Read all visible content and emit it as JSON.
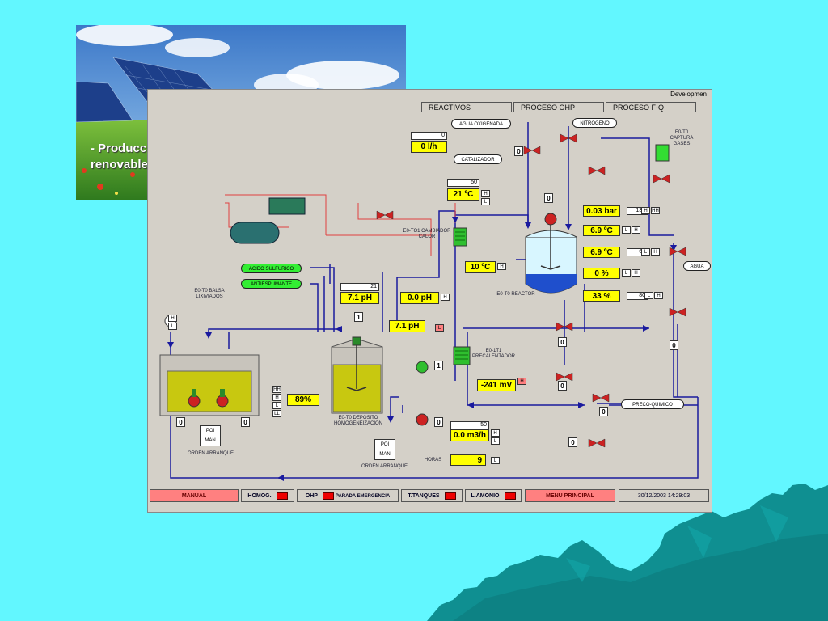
{
  "photo": {
    "caption_line1": "- Producció energetica de fonts",
    "caption_line2": "renovables (plaques fotovoltaiques)"
  },
  "scada": {
    "window_title": "Developmen",
    "tabs": [
      "REACTIVOS",
      "PROCESO OHP",
      "PROCESO F-Q"
    ],
    "pills": {
      "agua_oxigenada": "AGUA OXIGENADA",
      "catalizador": "CATALIZADOR",
      "nitrogeno": "NITROGENO",
      "acido_sulfurico": "ACIDO SULFURICO",
      "antiespumante": "ANTIESPUMANTE",
      "agua": "AGUA",
      "preco_quimico": "PRECO-QUIMICO"
    },
    "values": {
      "flow_top": "0 l/h",
      "temp_reactivos": "21 ºC",
      "temp_exchanger": "10 ºC",
      "ph_main": "7.1 pH",
      "ph_second": "0.0 pH",
      "ph_third": "7.1 pH",
      "level_balsa": "89%",
      "redox": "-241 mV",
      "flow_bottom": "0.0 m3/h",
      "hours": "9",
      "pressure": "0.03 bar",
      "temp1": "6.9 ºC",
      "temp2": "6.9 ºC",
      "pct1": "0 %",
      "pct2": "33 %"
    },
    "labels": {
      "exchanger": "E0-TO1 CAMBIADOR CALOR",
      "reactor": "E0-T0 REACTOR",
      "precalentador": "E0-1T1 PRECALENTADOR",
      "captura_gases": "E0-T0 CAPTURA GASES",
      "balsa": "E0-T0 BALSA LIXIVIADOS",
      "deposito": "E0-T0 DEPOSITO HOMOGENEIZACION",
      "orden_arranque_1": "ORDEN ARRANQUE",
      "orden_arranque_2": "ORDEN ARRANQUE",
      "hours_label": "HORAS",
      "mode_top": "POI",
      "mode_bottom": "MAN"
    },
    "status_bar": {
      "manual": "MANUAL",
      "homog": "HOMOG.",
      "ohp": "OHP",
      "parada": "PARADA EMERGENCIA",
      "tanques": "T.TANQUES",
      "lamonio": "L.AMONIO",
      "menu": "MENU PRINCIPAL",
      "datetime": "30/12/2003  14:29:03"
    }
  },
  "colors": {
    "background": "#62f7ff",
    "mountain": "#0f8f91",
    "pipe_blue": "#1a1a9e",
    "pipe_red": "#e04040",
    "value_yellow": "#ffff00",
    "status_red": "#e00000"
  }
}
